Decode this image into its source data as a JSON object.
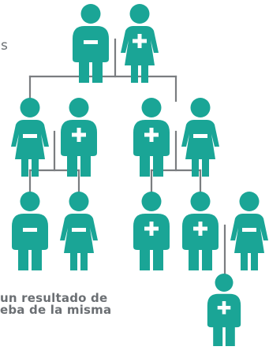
{
  "fragments": {
    "left_letter": "s",
    "line_1": "un resultado de",
    "line_2": "eba de la misma"
  },
  "colors": {
    "person_fill": "#1aa596",
    "connector": "#7a7d80",
    "text": "#6b6f73",
    "marker_fill": "#ffffff"
  },
  "people": [
    {
      "id": "gen1-father",
      "sex": "male",
      "marker": "minus"
    },
    {
      "id": "gen1-mother",
      "sex": "female",
      "marker": "plus"
    },
    {
      "id": "gen2-daughter-1",
      "sex": "female",
      "marker": "minus"
    },
    {
      "id": "gen2-son-in-law",
      "sex": "male",
      "marker": "plus"
    },
    {
      "id": "gen2-son",
      "sex": "male",
      "marker": "plus"
    },
    {
      "id": "gen2-daughter-in-law",
      "sex": "female",
      "marker": "minus"
    },
    {
      "id": "gen3-boy-1",
      "sex": "male",
      "marker": "minus"
    },
    {
      "id": "gen3-girl-1",
      "sex": "female",
      "marker": "minus"
    },
    {
      "id": "gen3-boy-2",
      "sex": "male",
      "marker": "plus"
    },
    {
      "id": "gen3-boy-3",
      "sex": "male",
      "marker": "plus"
    },
    {
      "id": "gen3-partner",
      "sex": "female",
      "marker": "minus"
    },
    {
      "id": "gen4-boy",
      "sex": "male",
      "marker": "plus"
    }
  ]
}
